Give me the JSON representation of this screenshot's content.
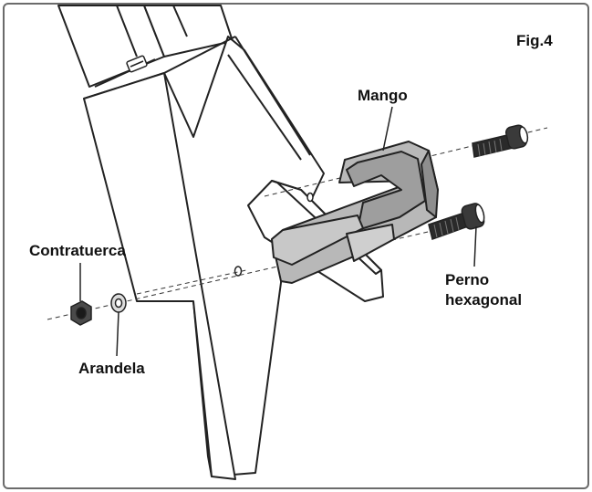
{
  "figure": {
    "number": "Fig.4",
    "labels": {
      "mango": "Mango",
      "contratuerca": "Contratuerca",
      "arandela": "Arandela",
      "perno_line1": "Perno",
      "perno_line2": "hexagonal"
    }
  },
  "colors": {
    "frame": "#6b6b6b",
    "line": "#222222",
    "part_white": "#ffffff",
    "handle_fill": "#b8b8b8",
    "handle_shade": "#9e9e9e",
    "bolt_fill": "#2a2a2a"
  }
}
